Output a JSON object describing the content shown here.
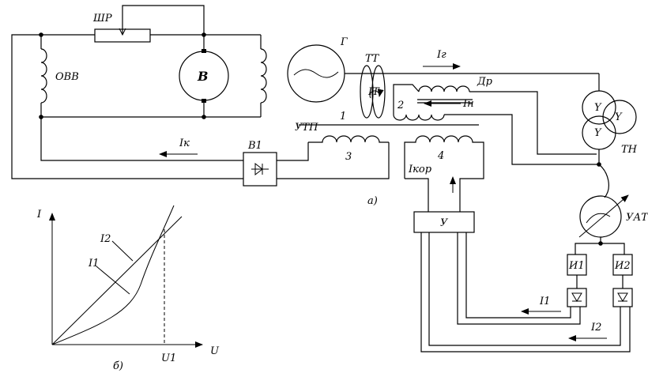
{
  "labels": {
    "shunt_rheostat": "ШР",
    "exciter_field_winding": "ОВВ",
    "exciter": "В",
    "generator": "Г",
    "current_transformer": "ТТ",
    "generator_current": "Iг",
    "transformer_current": "IТ",
    "reactor": "Др",
    "load_current": "Iн",
    "winding_1": "1",
    "winding_2": "2",
    "winding_3": "3",
    "winding_4": "4",
    "compounding_transformer": "УТП",
    "excitation_current": "Iк",
    "rectifier": "В1",
    "voltage_transformer": "ТН",
    "autotransformer": "УАТ",
    "correction_current": "Iкор",
    "amplifier": "У",
    "element_1": "И1",
    "element_2": "И2",
    "current_1": "I1",
    "current_2": "I2",
    "diagram_a": "а)",
    "diagram_b": "б)",
    "axis_i": "I",
    "axis_u": "U",
    "curve_1": "I1",
    "curve_2": "I2",
    "u1": "U1"
  }
}
